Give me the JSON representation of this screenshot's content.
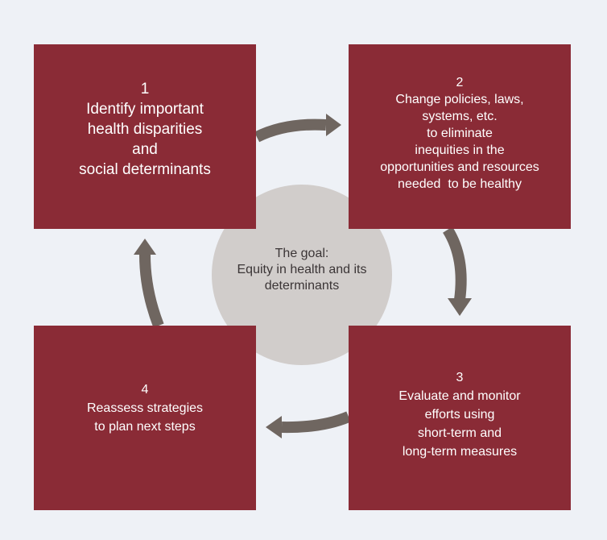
{
  "goal": {
    "lines": [
      "The goal:",
      "Equity in health and its",
      "determinants"
    ]
  },
  "steps": [
    {
      "number": "1",
      "lines": [
        "Identify important",
        "health disparities",
        "and",
        "social determinants"
      ]
    },
    {
      "number": "2",
      "lines": [
        "Change policies, laws,",
        "systems, etc.",
        "to eliminate",
        "inequities in the",
        "opportunities and resources",
        "needed  to be healthy"
      ]
    },
    {
      "number": "3",
      "lines": [
        "Evaluate and monitor",
        "efforts using",
        "short-term and",
        "long-term measures"
      ]
    },
    {
      "number": "4",
      "lines": [
        "Reassess strategies",
        "to plan next steps"
      ]
    }
  ],
  "colors": {
    "background": "#eef1f6",
    "box": "#8a2b36",
    "circle": "#d1cdcb",
    "arrow": "#6f6660"
  }
}
